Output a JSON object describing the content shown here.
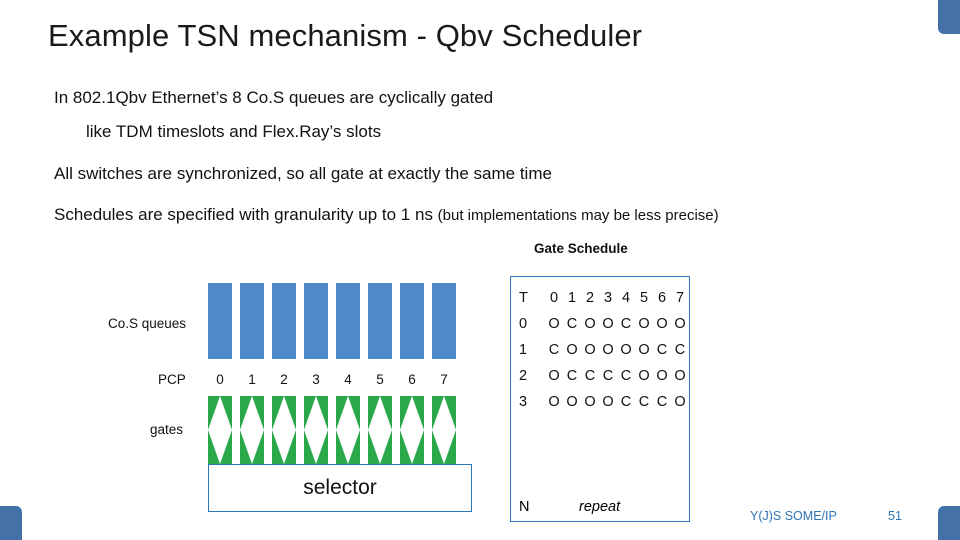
{
  "title": "Example TSN mechanism - Qbv Scheduler",
  "body": {
    "line1": "In 802.1Qbv Ethernet’s 8 Co.S queues are cyclically gated",
    "line2": "like TDM timeslots and Flex.Ray’s slots",
    "line3": "All switches are synchronized, so all gate at exactly the same time",
    "line4_main": "Schedules are specified with granularity up to 1 ns ",
    "line4_paren": "(but implementations may be less precise)"
  },
  "diagram": {
    "gate_schedule_title": "Gate Schedule",
    "cos_queues_label": "Co.S queues",
    "pcp_label": "PCP",
    "gates_label": "gates",
    "selector_label": "selector",
    "pcp_values": [
      "0",
      "1",
      "2",
      "3",
      "4",
      "5",
      "6",
      "7"
    ],
    "queue_color": "#4e8ac8",
    "gate_color": "#2aa84a",
    "border_color": "#2e74b5"
  },
  "schedule": {
    "header_label": "T",
    "header_cells": [
      "0",
      "1",
      "2",
      "3",
      "4",
      "5",
      "6",
      "7"
    ],
    "rows": [
      {
        "t": "0",
        "cells": [
          "O",
          "C",
          "O",
          "O",
          "C",
          "O",
          "O",
          "O"
        ]
      },
      {
        "t": "1",
        "cells": [
          "C",
          "O",
          "O",
          "O",
          "O",
          "O",
          "C",
          "C"
        ]
      },
      {
        "t": "2",
        "cells": [
          "O",
          "C",
          "C",
          "C",
          "C",
          "O",
          "O",
          "O"
        ]
      },
      {
        "t": "3",
        "cells": [
          "O",
          "O",
          "O",
          "O",
          "C",
          "C",
          "C",
          "O"
        ]
      }
    ],
    "last_label": "N",
    "repeat_label": "repeat"
  },
  "footer": {
    "brand": "Y(J)S  SOME/IP",
    "page": "51"
  },
  "theme": {
    "accent": "#4472a8",
    "footer_color": "#2e74b5"
  }
}
